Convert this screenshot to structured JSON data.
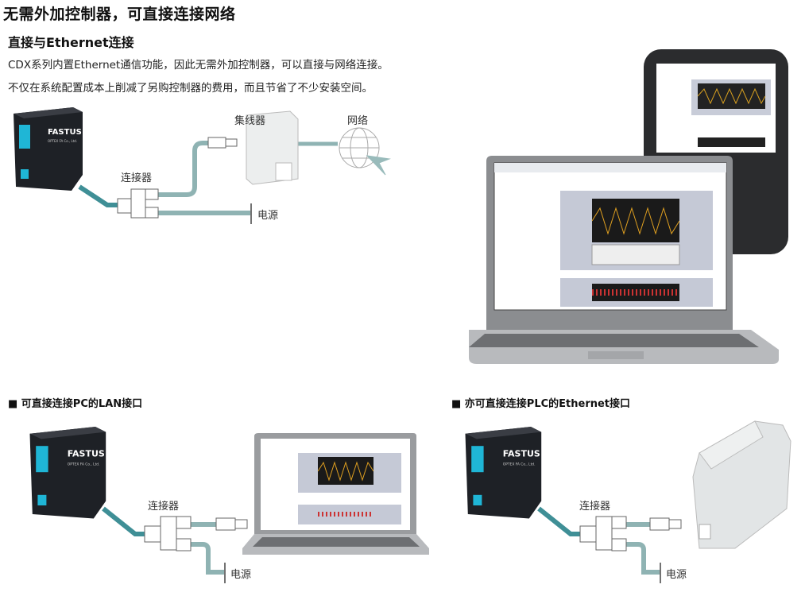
{
  "header": {
    "title": "无需外加控制器，可直接连接网络",
    "subtitle": "直接与Ethernet连接",
    "paragraphs": [
      "CDX系列内置Ethernet通信功能，因此无需外加控制器，可以直接与网络连接。",
      "不仅在系统配置成本上削减了另购控制器的费用，而且节省了不少安装空间。"
    ]
  },
  "diagram_top": {
    "hub_label": "集线器",
    "network_label": "网络",
    "connector_label": "连接器",
    "power_label": "电源"
  },
  "section_pc": {
    "title": "■ 可直接连接PC的LAN接口",
    "connector_label": "连接器",
    "power_label": "电源"
  },
  "section_plc": {
    "title": "■ 亦可直接连接PLC的Ethernet接口",
    "connector_label": "连接器",
    "power_label": "电源"
  },
  "device_logo": {
    "brand": "FASTUS",
    "maker": "OPTEX FA Co., Ltd."
  },
  "colors": {
    "cable": "#8fb3b3",
    "sensor_cable": "#3f8f96",
    "sensor_window": "#1fb6d6",
    "sensor_body": "#1e2126"
  }
}
